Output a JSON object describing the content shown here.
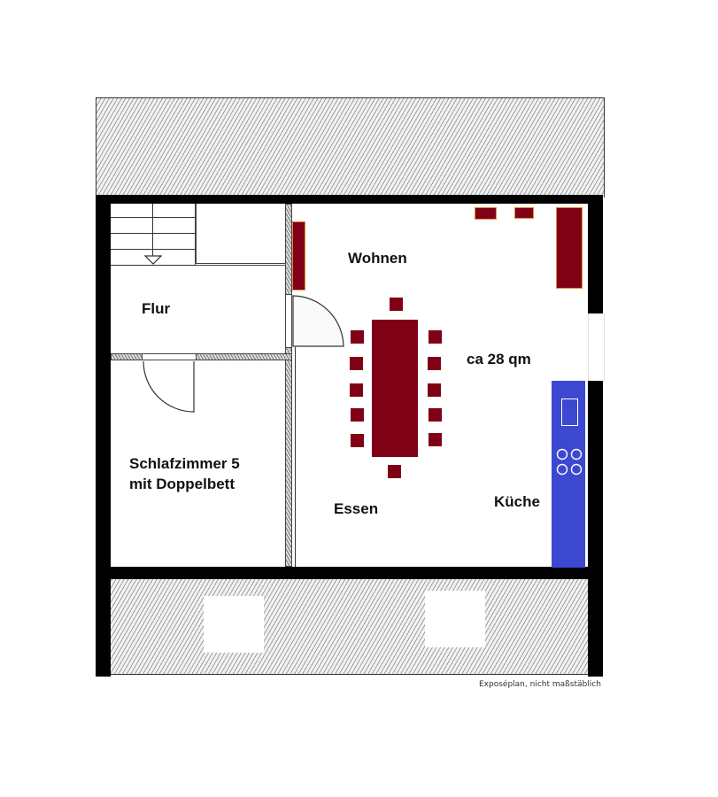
{
  "plan": {
    "caption": "Exposéplan, nicht maßstäblich",
    "rooms": {
      "wohnen": "Wohnen",
      "flur": "Flur",
      "area": "ca 28 qm",
      "schlafzimmer_line1": "Schlafzimmer 5",
      "schlafzimmer_line2": "mit Doppelbett",
      "essen": "Essen",
      "kueche": "Küche"
    },
    "colors": {
      "furniture": "#800016",
      "kitchen": "#3d48d0",
      "wall": "#000000",
      "hatch": "#bdbdbd"
    },
    "furniture": {
      "dining_table_chairs": 12,
      "kitchen_burners": 4
    }
  }
}
